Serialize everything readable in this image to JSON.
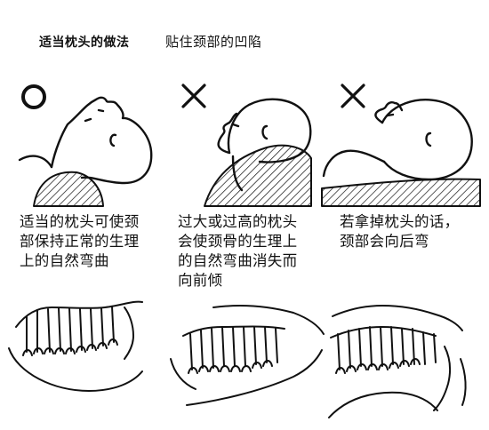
{
  "header": {
    "title": "适当枕头的做法",
    "subtitle": "贴住颈部的凹陷"
  },
  "panels": [
    {
      "mark": "correct",
      "caption": "适当的枕头可使颈\n部保持正常的生理\n上的自然弯曲"
    },
    {
      "mark": "wrong",
      "caption": "过大或过高的枕头\n会使颈骨的生理上\n的自然弯曲消失而\n向前倾"
    },
    {
      "mark": "wrong",
      "caption": "若拿掉枕头的话，\n颈部会向后弯"
    }
  ],
  "colors": {
    "ink": "#111111",
    "background": "#ffffff"
  }
}
